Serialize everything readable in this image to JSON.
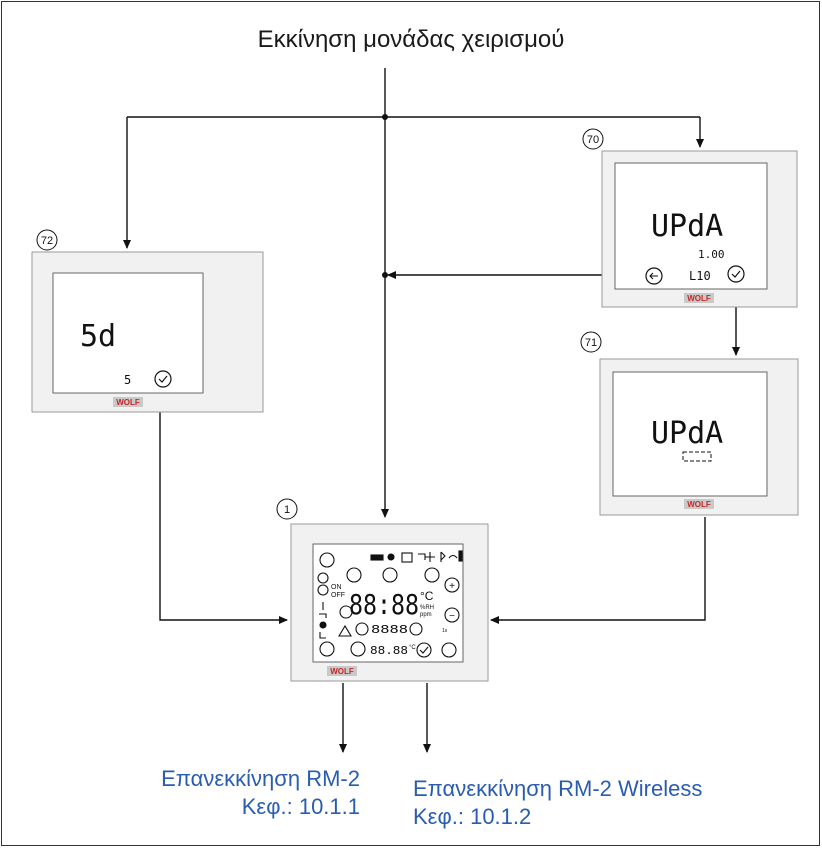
{
  "title": "Εκκίνηση μονάδας χειρισμού",
  "brand": "WOLF",
  "devices": {
    "d70": {
      "number": "70",
      "main": "UPdA",
      "sub": "1.00",
      "version": "L10"
    },
    "d71": {
      "number": "71",
      "main": "UPdA"
    },
    "d72": {
      "number": "72",
      "main": "5d",
      "value": "5"
    },
    "d1": {
      "number": "1",
      "big_digits": "88:88",
      "unit_c": "°C",
      "unit_rh": "%RH",
      "unit_ppm": "ppm",
      "mid_digits": "8888",
      "bottom_digits": "88.88",
      "bottom_unit": "°C",
      "on": "ON",
      "off": "OFF",
      "onex": "1x"
    }
  },
  "outputs": {
    "left_line1": "Επανεκκίνηση RM-2",
    "left_line2": "Κεφ.: 10.1.1",
    "right_line1": "Επανεκκίνηση RM-2 Wireless",
    "right_line2": "Κεφ.: 10.1.2"
  },
  "colors": {
    "link_text": "#2a5db0",
    "panel_outer": "#f1f1f1",
    "panel_border": "#9a9a9a"
  }
}
